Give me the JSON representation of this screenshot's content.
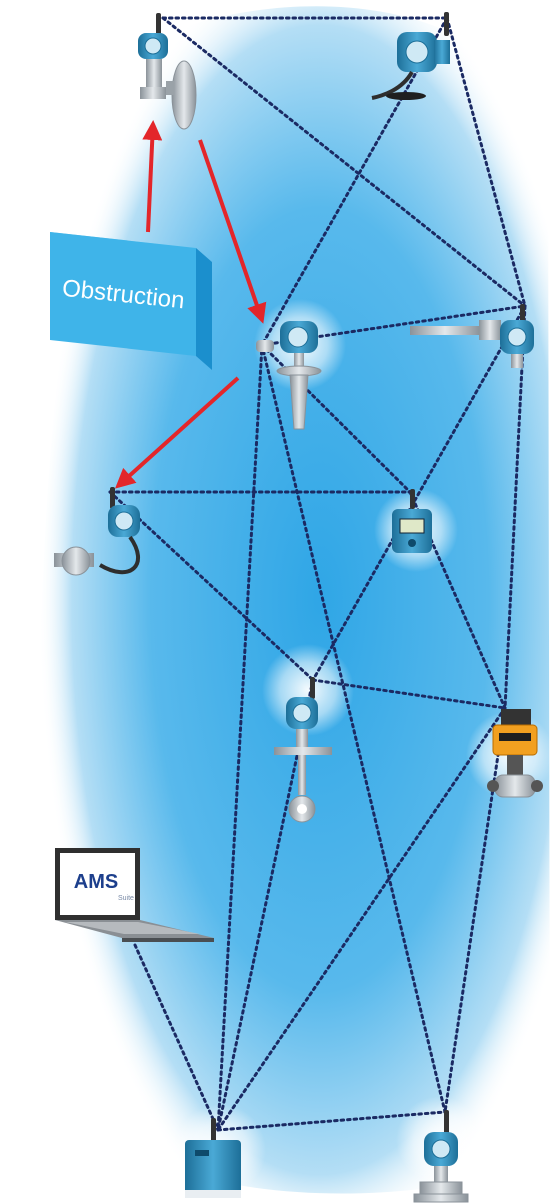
{
  "obstruction_label": "Obstruction",
  "laptop": {
    "brand": "AMS",
    "subtitle": "Suite"
  },
  "colors": {
    "background": "#ffffff",
    "cloud_center": "#2fa6e6",
    "cloud_edge": "#dff1fb",
    "mesh_link": "#1b2a63",
    "blocked_path_arrow": "#e3262a",
    "obstruction_front": "#3fb4e9",
    "obstruction_side": "#1b8fcd",
    "obstruction_top": "#7fd0f2",
    "device_blue": "#2b87b6",
    "device_steel": "#b9bfc5",
    "actuator_orange": "#f2a020"
  },
  "devices": [
    {
      "id": "pressure-transmitter-top-left",
      "icon": "pressure-transmitter-icon"
    },
    {
      "id": "transmitter-top-right",
      "icon": "transmitter-icon"
    },
    {
      "id": "radar-level-transmitter",
      "icon": "radar-level-icon"
    },
    {
      "id": "temperature-transmitter-right",
      "icon": "temperature-transmitter-icon"
    },
    {
      "id": "pressure-transmitter-left",
      "icon": "pressure-transmitter-icon"
    },
    {
      "id": "display-unit",
      "icon": "display-unit-icon"
    },
    {
      "id": "flow-transmitter-center",
      "icon": "flow-transmitter-icon"
    },
    {
      "id": "valve-actuator",
      "icon": "valve-actuator-icon"
    },
    {
      "id": "gateway",
      "icon": "gateway-icon"
    },
    {
      "id": "pressure-transmitter-bottom",
      "icon": "pressure-transmitter-icon"
    },
    {
      "id": "laptop",
      "icon": "laptop-icon"
    }
  ],
  "mesh_links": [
    [
      "pressure-transmitter-top-left",
      "transmitter-top-right"
    ],
    [
      "pressure-transmitter-top-left",
      "temperature-transmitter-right"
    ],
    [
      "transmitter-top-right",
      "temperature-transmitter-right"
    ],
    [
      "transmitter-top-right",
      "radar-level-transmitter"
    ],
    [
      "radar-level-transmitter",
      "temperature-transmitter-right"
    ],
    [
      "radar-level-transmitter",
      "display-unit"
    ],
    [
      "radar-level-transmitter",
      "pressure-transmitter-bottom"
    ],
    [
      "radar-level-transmitter",
      "gateway"
    ],
    [
      "temperature-transmitter-right",
      "flow-transmitter-center"
    ],
    [
      "temperature-transmitter-right",
      "valve-actuator"
    ],
    [
      "pressure-transmitter-left",
      "display-unit"
    ],
    [
      "pressure-transmitter-left",
      "flow-transmitter-center"
    ],
    [
      "display-unit",
      "valve-actuator"
    ],
    [
      "flow-transmitter-center",
      "valve-actuator"
    ],
    [
      "flow-transmitter-center",
      "gateway"
    ],
    [
      "valve-actuator",
      "gateway"
    ],
    [
      "valve-actuator",
      "pressure-transmitter-bottom"
    ],
    [
      "gateway",
      "pressure-transmitter-bottom"
    ],
    [
      "laptop",
      "gateway"
    ]
  ],
  "blocked_path": [
    [
      "pressure-transmitter-top-left",
      "radar-level-transmitter"
    ],
    [
      "radar-level-transmitter",
      "pressure-transmitter-left"
    ]
  ]
}
